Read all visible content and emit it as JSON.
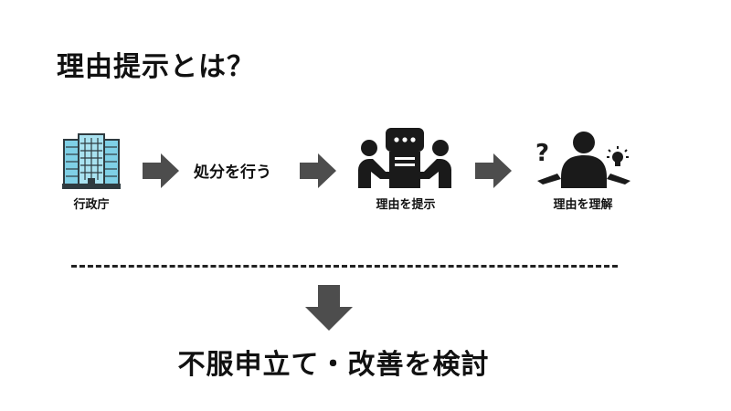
{
  "title": "理由提示とは？",
  "flow": {
    "step1_label": "行政庁",
    "action_label": "処分を行う",
    "step2_label": "理由を提示",
    "step3_label": "理由を理解"
  },
  "conclusion": "不服申立て・改善を検討",
  "icons": {
    "building": "office-building-icon",
    "arrow": "right-arrow-icon",
    "meeting": "discussion-meeting-icon",
    "thinking": "person-question-idea-icon",
    "down_arrow": "down-arrow-icon"
  },
  "colors": {
    "text": "#111111",
    "arrow": "#4d4d4d",
    "building_glass": "#7fd0e6",
    "building_dark": "#2f3b40"
  }
}
